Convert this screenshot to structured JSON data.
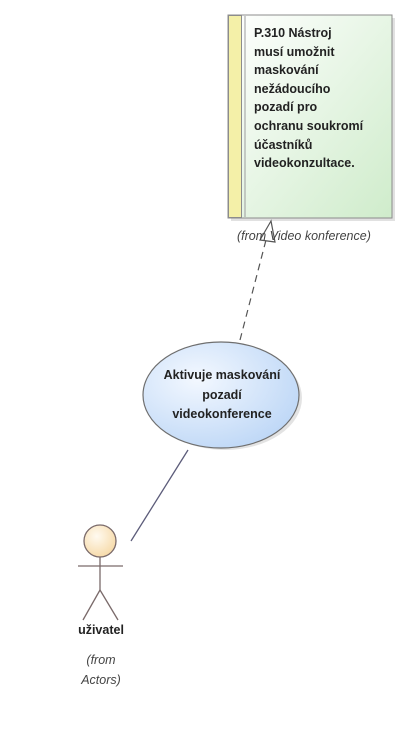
{
  "requirement": {
    "text": "P.310  Nástroj\nmusí umožnit\nmaskování\nnežádoucího\npozadí pro\nochranu soukromí\núčastníků\nvideokonzultace.",
    "from": "(from Video konference)",
    "fill_color": "#dff3dc",
    "stripe_color": "#f4f0a8",
    "border_color": "#8c8c8c"
  },
  "use_case": {
    "label": "Aktivuje maskování\npozadí\nvideokonference",
    "fill_color": "#cfe1f7",
    "border_color": "#6f6f6f"
  },
  "actor": {
    "name": "uživatel",
    "from": "(from\nActors)",
    "head_color": "#fbe3b6"
  },
  "relations": [
    {
      "type": "realization",
      "from": "use_case",
      "to": "requirement"
    },
    {
      "type": "association",
      "from": "actor",
      "to": "use_case"
    }
  ]
}
